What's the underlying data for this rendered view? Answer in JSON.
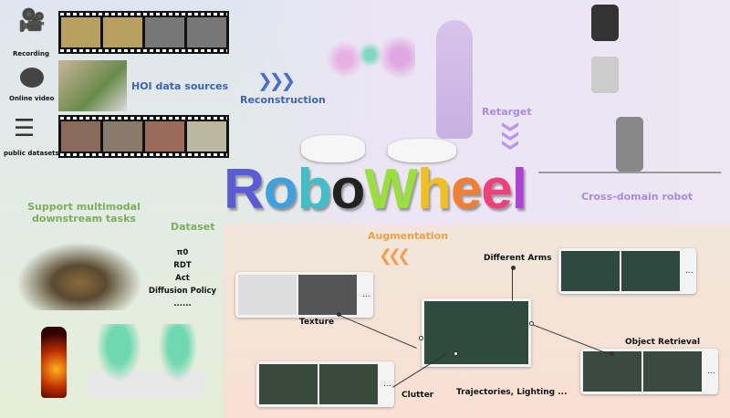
{
  "sources": {
    "recording": "Recording",
    "online_video": "Online video",
    "public_datasets": "public datasets",
    "title": "HOI data sources"
  },
  "stages": {
    "reconstruction": "Reconstruction",
    "retarget": "Retarget",
    "cross_domain": "Cross-domain robot",
    "augmentation": "Augmentation"
  },
  "logo": {
    "letters": [
      "R",
      "o",
      "b",
      "o",
      "W",
      "h",
      "e",
      "e",
      "l"
    ],
    "colors": [
      "#5b5bd6",
      "#3fa0e0",
      "#3fc0c8",
      "#222",
      "#9be03a",
      "#f0c020",
      "#f08030",
      "#f0407a",
      "#b040d8"
    ]
  },
  "downstream": {
    "title_line1": "Support multimodal",
    "title_line2": "downstream tasks",
    "dataset": "Dataset",
    "policies": [
      "π0",
      "RDT",
      "Act",
      "Diffusion Policy",
      "......"
    ]
  },
  "augment": {
    "texture": "Texture",
    "clutter": "Clutter",
    "different_arms": "Different Arms",
    "object_retrieval": "Object Retrieval",
    "trajectories": "Trajectories, Lighting ...",
    "ellipsis": "..."
  },
  "arrows": {
    "chevrons": "❯❯❯"
  }
}
